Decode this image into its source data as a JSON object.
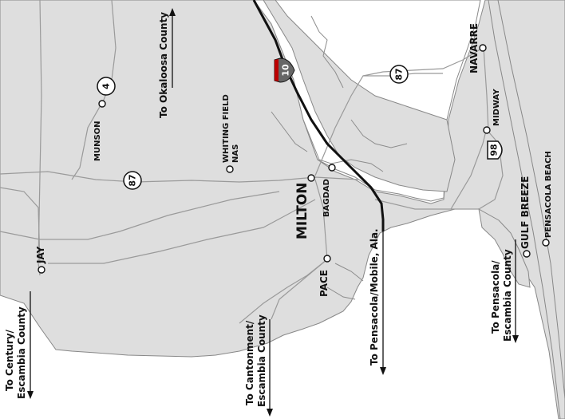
{
  "places": {
    "navarre": "NAVARRE",
    "munson": "MUNSON",
    "whiting_field": "WHITING FIELD",
    "whiting_nas": "NAS",
    "midway": "MIDWAY",
    "bagdad": "BAGDAD",
    "milton": "MILTON",
    "gulf_breeze": "GULF BREEZE",
    "pensacola_beach": "PENSACOLA BEACH",
    "jay": "JAY",
    "pace": "PACE"
  },
  "routes": {
    "i10": "10",
    "sr87_north": "87",
    "sr87_west": "87",
    "sr4": "4",
    "us98": "98"
  },
  "directions": {
    "okaloosa": "To Okaloosa County",
    "pensacola_mobile": "To Pensacola/Mobile, Ala.",
    "pensacola_l1": "To Pensacola/",
    "pensacola_l2": "Escambia County",
    "century_l1": "To Century/",
    "century_l2": "Escambia County",
    "cantonment_l1": "To Cantonment/",
    "cantonment_l2": "Escambia County"
  },
  "colors": {
    "land": "#dedede",
    "water": "#ffffff",
    "roads": "#9a9a9a",
    "interstate": "#111111"
  }
}
